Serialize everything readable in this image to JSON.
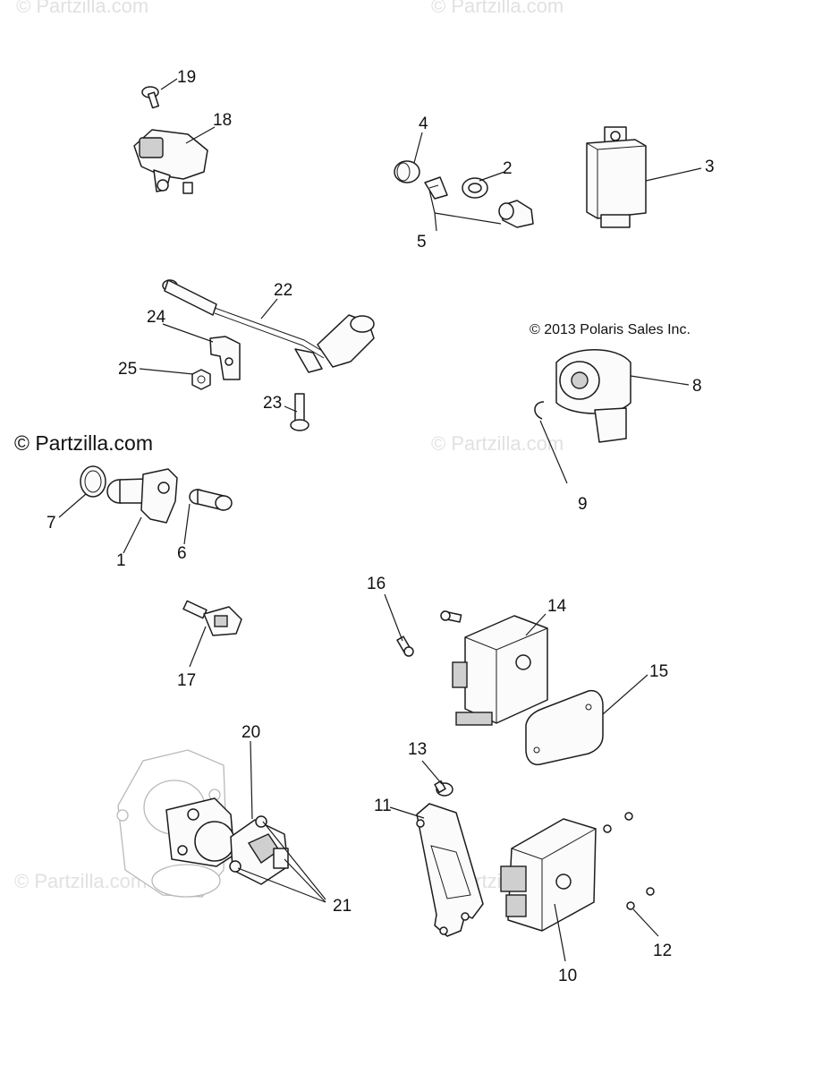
{
  "watermarks": {
    "top_left": "© Partzilla.com",
    "top_center": "© Partzilla.com",
    "mid_left": "© Partzilla.com",
    "mid_center": "© Partzilla.com",
    "lower_left": "© Partzilla.com",
    "lower_center": "© Partzilla.com"
  },
  "copyright": "© 2013 Polaris Sales Inc.",
  "callouts": {
    "c1": "1",
    "c2": "2",
    "c3": "3",
    "c4": "4",
    "c5": "5",
    "c6": "6",
    "c7": "7",
    "c8": "8",
    "c9": "9",
    "c10": "10",
    "c11": "11",
    "c12": "12",
    "c13": "13",
    "c14": "14",
    "c15": "15",
    "c16": "16",
    "c17": "17",
    "c18": "18",
    "c19": "19",
    "c20": "20",
    "c21": "21",
    "c22": "22",
    "c23": "23",
    "c24": "24",
    "c25": "25"
  }
}
